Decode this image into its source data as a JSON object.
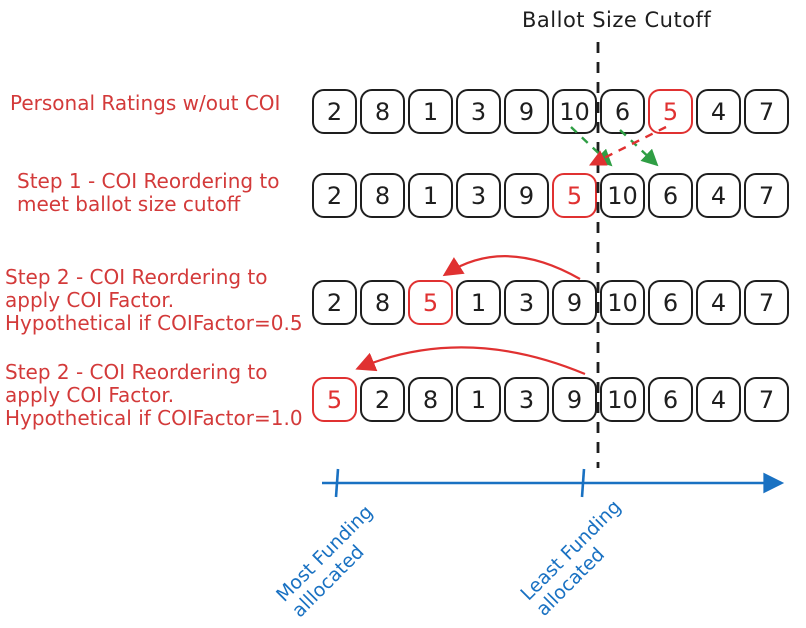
{
  "title": "Ballot Size Cutoff",
  "colors": {
    "label_red": "#d33a3a",
    "highlight_red": "#e03131",
    "arrow_green": "#2f9e44",
    "axis_blue": "#1971c2",
    "ink_black": "#1e1e1e"
  },
  "rows": [
    {
      "label": "Personal Ratings w/out COI",
      "boxes": [
        "2",
        "8",
        "1",
        "3",
        "9",
        "10",
        "6",
        "5",
        "4",
        "7"
      ],
      "highlight_index": 7
    },
    {
      "label": "Step 1 - COI Reordering to\nmeet ballot size cutoff",
      "boxes": [
        "2",
        "8",
        "1",
        "3",
        "9",
        "5",
        "10",
        "6",
        "4",
        "7"
      ],
      "highlight_index": 5
    },
    {
      "label": "Step 2 - COI Reordering to\napply COI Factor.\nHypothetical if COIFactor=0.5",
      "boxes": [
        "2",
        "8",
        "5",
        "1",
        "3",
        "9",
        "10",
        "6",
        "4",
        "7"
      ],
      "highlight_index": 2
    },
    {
      "label": "Step 2 - COI Reordering to\napply COI Factor.\nHypothetical if COIFactor=1.0",
      "boxes": [
        "5",
        "2",
        "8",
        "1",
        "3",
        "9",
        "10",
        "6",
        "4",
        "7"
      ],
      "highlight_index": 0
    }
  ],
  "axis": {
    "start_label": "Most Funding\nalllocated",
    "end_label": "Least Funding\nallocated"
  }
}
